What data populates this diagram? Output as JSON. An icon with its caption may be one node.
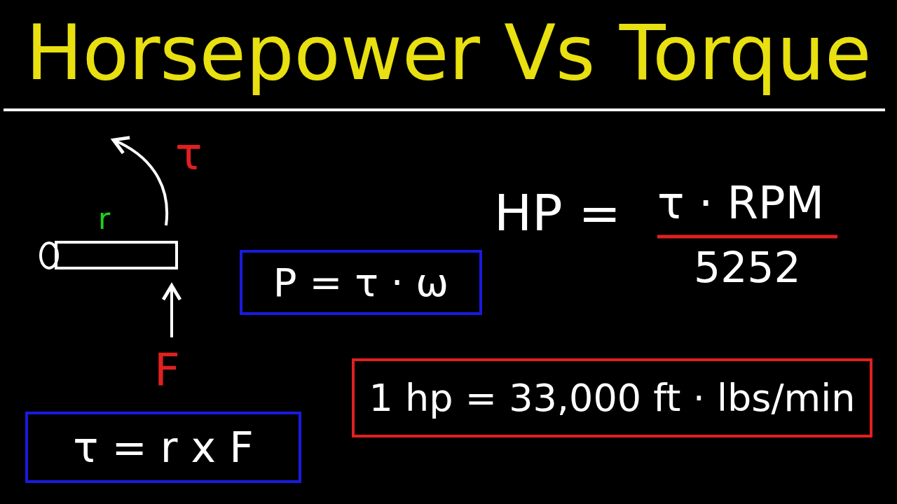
{
  "diagram": {
    "title": "Horsepower Vs Torque",
    "nodes": [
      {
        "text": [
          "P = τ · ω"
        ]
      },
      {
        "text": [
          "τ = r x F"
        ]
      },
      {
        "text": [
          "1 hp = 33,000 ft · lbs/min"
        ]
      }
    ],
    "labels": [
      "τ",
      "r",
      "F",
      "HP =",
      "τ · RPM",
      "5252"
    ]
  }
}
